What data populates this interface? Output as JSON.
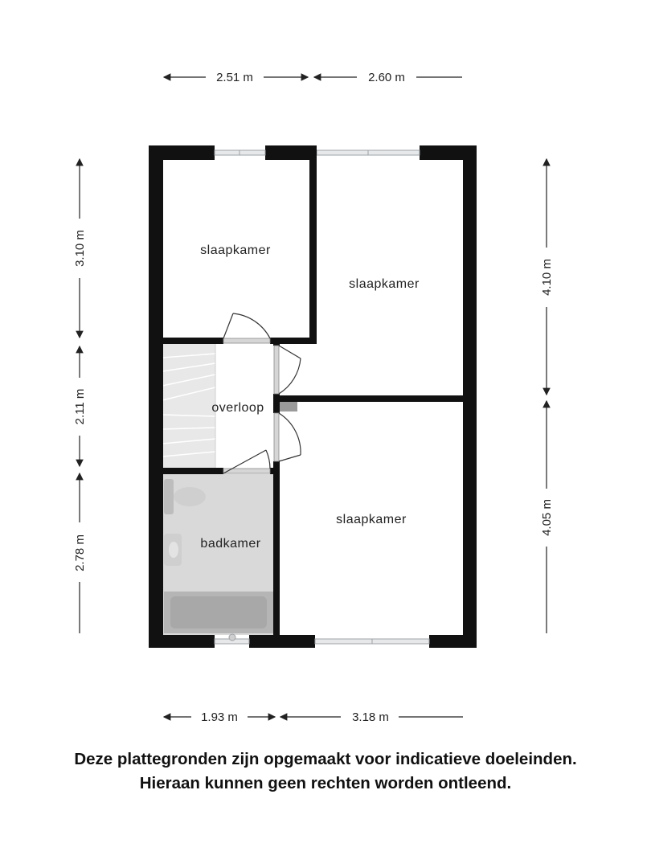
{
  "dimensions": {
    "top_left": "2.51 m",
    "top_right": "2.60 m",
    "left_top": "3.10 m",
    "left_middle": "2.11 m",
    "left_bottom": "2.78 m",
    "right_top": "4.10 m",
    "right_bottom": "4.05 m",
    "bottom_left": "1.93 m",
    "bottom_right": "3.18 m"
  },
  "rooms": {
    "bedroom_top_left": "slaapkamer",
    "bedroom_top_right": "slaapkamer",
    "bedroom_bottom_right": "slaapkamer",
    "landing": "overloop",
    "bathroom": "badkamer"
  },
  "disclaimer": {
    "line1": "Deze plattegronden zijn opgemaakt voor indicatieve doeleinden.",
    "line2": "Hieraan kunnen geen rechten worden ontleend."
  },
  "colors": {
    "wall": "#111111",
    "bathroom_floor": "#d9d9d9",
    "stairs": "#e6e6e6",
    "window": "#bfc3c6"
  }
}
